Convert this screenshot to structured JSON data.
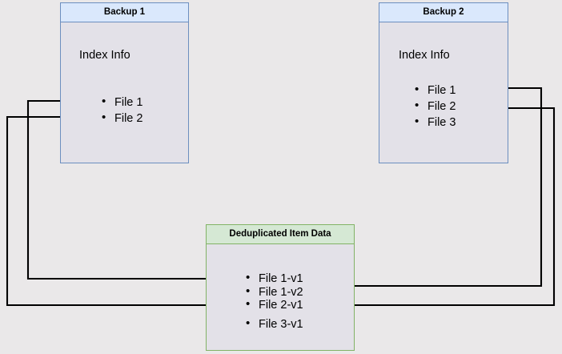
{
  "diagram": {
    "title_hidden": "",
    "background_color": "#eae8e9",
    "box_fill_color": "#e3e1e8",
    "blue_border_color": "#6c8ebf",
    "blue_header_color": "#dae8fc",
    "green_border_color": "#82b366",
    "green_header_color": "#d5e8d4",
    "connector_color": "#000000"
  },
  "backup1": {
    "title": "Backup 1",
    "subtitle": "Index Info",
    "files": [
      {
        "label": "File 1"
      },
      {
        "label": "File 2"
      }
    ]
  },
  "backup2": {
    "title": "Backup 2",
    "subtitle": "Index Info",
    "files": [
      {
        "label": "File 1"
      },
      {
        "label": "File 2"
      },
      {
        "label": "File 3"
      }
    ]
  },
  "dedup": {
    "title": "Deduplicated Item Data",
    "items": [
      {
        "label": "File 1-v1"
      },
      {
        "label": "File 1-v2"
      },
      {
        "label": "File 2-v1"
      },
      {
        "label": "File 3-v1"
      }
    ]
  },
  "connectors": [
    {
      "name": "backup1-file1-to-file1v1",
      "from": "Backup 1 / File 1",
      "to": "File 1-v1"
    },
    {
      "name": "backup1-file2-to-file2v1",
      "from": "Backup 1 / File 2",
      "to": "File 2-v1"
    },
    {
      "name": "backup2-file1-to-file1v2",
      "from": "Backup 2 / File 1",
      "to": "File 1-v2"
    },
    {
      "name": "backup2-file2-to-file2v1",
      "from": "Backup 2 / File 2",
      "to": "File 2-v1"
    }
  ]
}
